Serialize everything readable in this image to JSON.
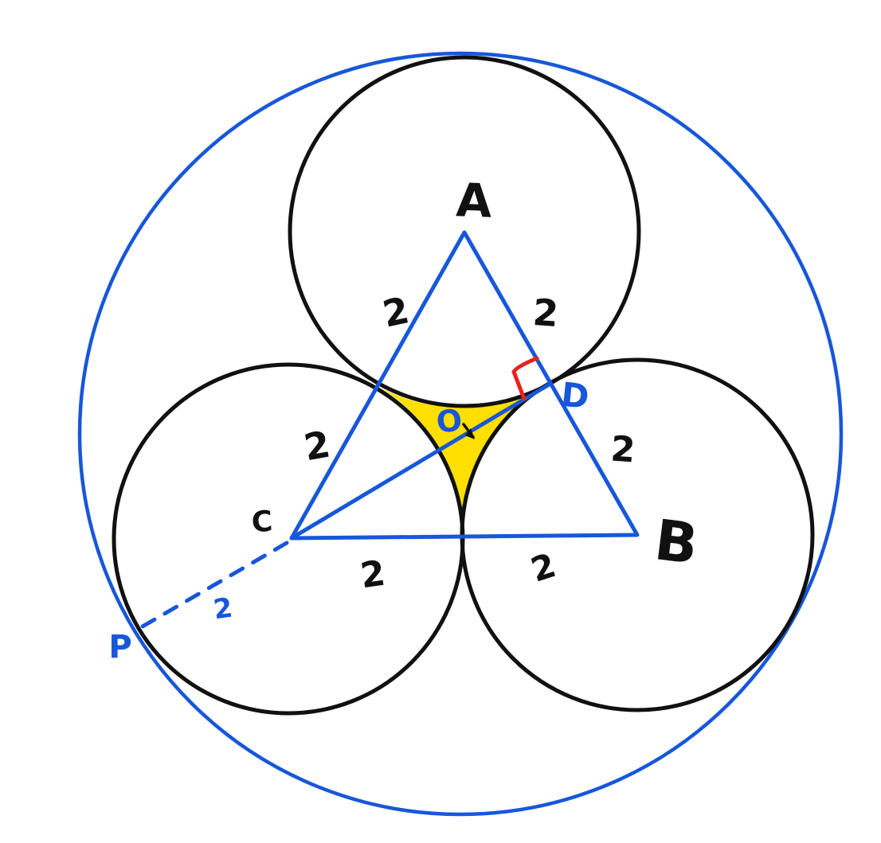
{
  "figure": {
    "kind": "hand-drawn geometry diagram: three congruent tangent circles inside a larger circle, centers joined as triangle ABC, shaded curvilinear region at centre",
    "point_labels": {
      "A": "A",
      "B": "B",
      "C": "C",
      "D": "D",
      "O": "O",
      "P": "P"
    },
    "twos": [
      {
        "id": "ac-upper",
        "text": "2"
      },
      {
        "id": "ab-upper",
        "text": "2"
      },
      {
        "id": "ac-lower",
        "text": "2"
      },
      {
        "id": "ab-lower",
        "text": "2"
      },
      {
        "id": "cb-left",
        "text": "2"
      },
      {
        "id": "cb-right",
        "text": "2"
      },
      {
        "id": "cp-radius",
        "text": "2"
      }
    ]
  },
  "colors": {
    "ink": "#111111",
    "blue": "#1757d9",
    "red": "#e5231e",
    "shade_yellow": "#ffdf00",
    "background": "#ffffff"
  }
}
